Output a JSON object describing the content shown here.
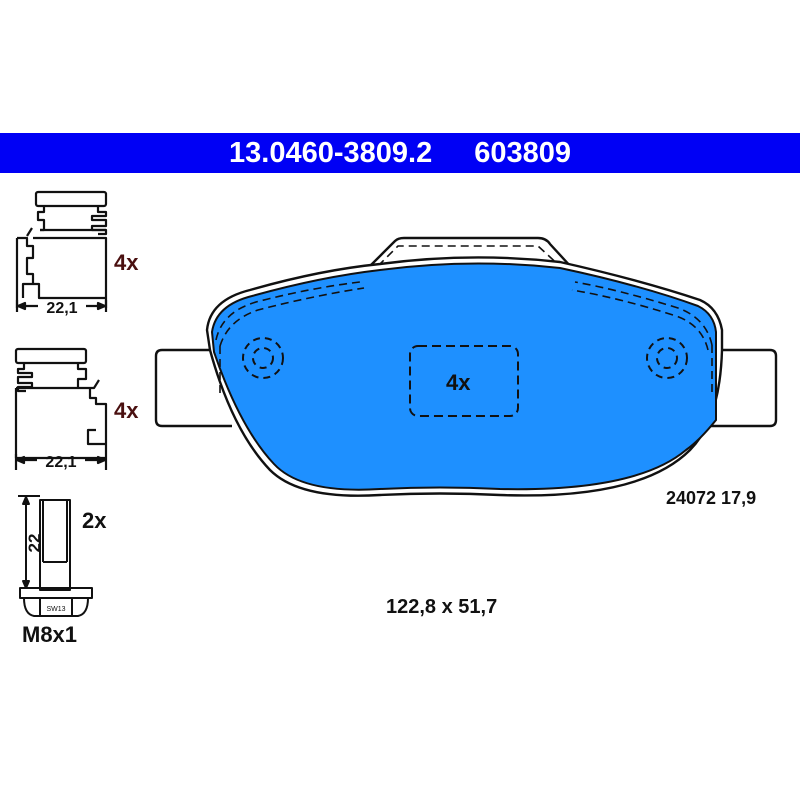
{
  "header": {
    "part_number": "13.0460-3809.2",
    "short_number": "603809",
    "background_color": "#0000f5"
  },
  "accessories": {
    "clip_top": {
      "quantity": "4x",
      "width_label": "22,1"
    },
    "clip_bottom": {
      "quantity": "4x",
      "width_label": "22,1"
    },
    "bolt": {
      "quantity": "2x",
      "length_label": "22",
      "wrench_size": "SW13",
      "thread": "M8x1"
    }
  },
  "pad": {
    "fill_color": "#1e90ff",
    "center_quantity": "4x",
    "reference": "24072 17,9",
    "dimensions": "122,8 x 51,7"
  }
}
